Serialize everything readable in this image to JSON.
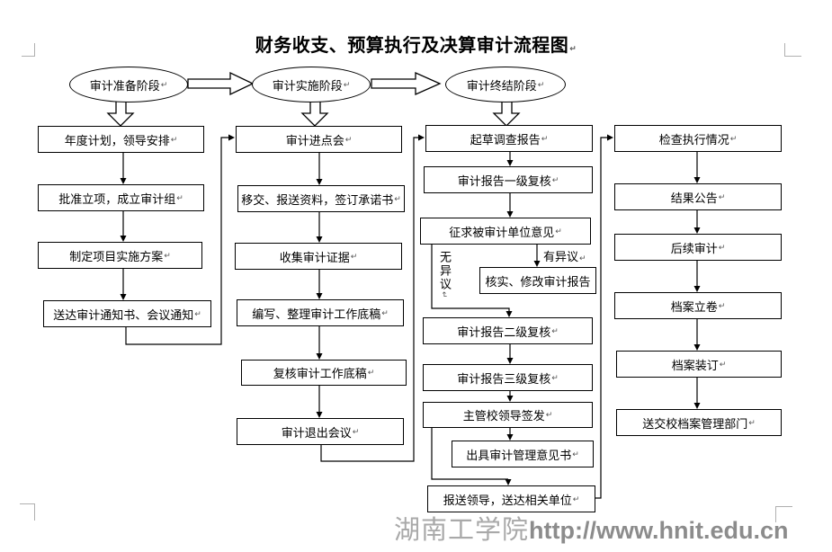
{
  "page": {
    "title": "财务收支、预算执行及决算审计流程图",
    "return_mark": "↵",
    "watermark": {
      "site_name": "湖南工学院",
      "url": "http://www.hnit.edu.cn"
    }
  },
  "stages": [
    {
      "label": "审计准备阶段"
    },
    {
      "label": "审计实施阶段"
    },
    {
      "label": "审计终结阶段"
    }
  ],
  "branch": {
    "objection": "有异议",
    "no_objection": "无异议"
  },
  "nodes": {
    "prepare": [
      "年度计划，领导安排",
      "批准立项，成立审计组",
      "制定项目实施方案",
      "送达审计通知书、会议通知"
    ],
    "implement": [
      "审计进点会",
      "移交、报送资料，签订承诺书",
      "收集审计证据",
      "编写、整理审计工作底稿",
      "复核审计工作底稿",
      "审计退出会议"
    ],
    "conclude": [
      "起草调查报告",
      "审计报告一级复核",
      "征求被审计单位意见",
      "核实、修改审计报告",
      "审计报告二级复核",
      "审计报告三级复核",
      "主管校领导签发",
      "出具审计管理意见书",
      "报送领导，送达相关单位"
    ],
    "followup": [
      "检查执行情况",
      "结果公告",
      "后续审计",
      "档案立卷",
      "档案装订",
      "送交校档案管理部门"
    ]
  }
}
